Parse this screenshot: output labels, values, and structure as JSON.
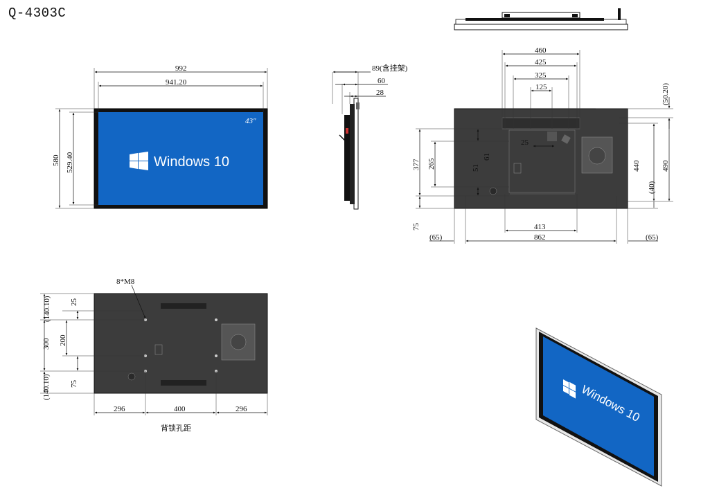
{
  "model": "Q-4303C",
  "front_view": {
    "size_label": "43″",
    "os_logo_text": "Windows 10",
    "dims": {
      "overall_width": "992",
      "screen_width": "941.20",
      "overall_height": "580",
      "screen_height": "529.40"
    }
  },
  "side_view": {
    "dims": {
      "depth_with_mount": "89(含挂架)",
      "depth_a": "60",
      "depth_b": "28"
    }
  },
  "rear_view": {
    "dims": {
      "top_460": "460",
      "top_425": "425",
      "top_325": "325",
      "top_125": "125",
      "mid_25": "25",
      "right_50_20": "(50.20)",
      "right_440": "440",
      "right_490": "490",
      "right_40": "(40)",
      "left_377": "377",
      "left_265": "265",
      "left_61": "61",
      "left_51": "51",
      "left_75": "75",
      "bottom_413": "413",
      "bottom_862": "862",
      "bottom_65_left": "(65)",
      "bottom_65_right": "(65)"
    }
  },
  "vesa_view": {
    "screw_label": "8*M8",
    "caption": "背锁孔距",
    "dims": {
      "left_140_10_top": "(140.10)",
      "left_25": "25",
      "left_300": "300",
      "left_200": "200",
      "left_75": "75",
      "left_140_10_bottom": "(140.10)",
      "bottom_296_left": "296",
      "bottom_400": "400",
      "bottom_296_right": "296"
    }
  },
  "iso_view": {
    "os_logo_text": "Windows 10"
  },
  "colors": {
    "screen_blue": "#1266c4",
    "bezel": "#111111",
    "rear_panel": "#3c3c3c",
    "line": "#111111"
  }
}
